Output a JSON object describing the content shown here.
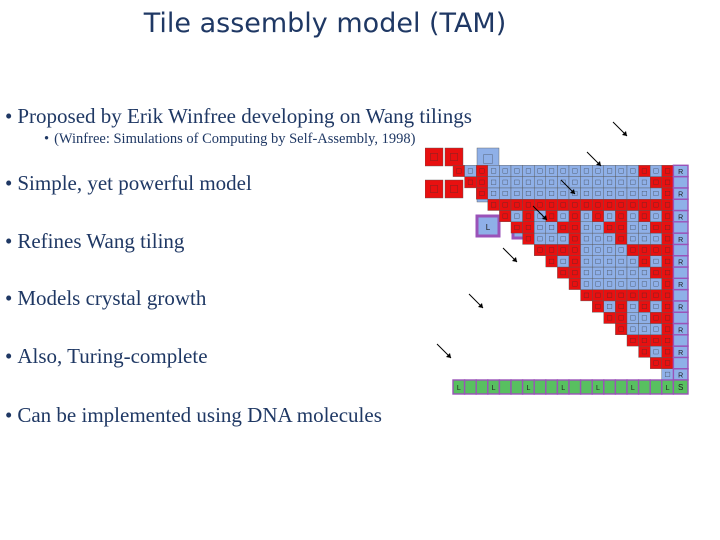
{
  "slide": {
    "title": "Tile assembly model (TAM)",
    "bullet_char": "•",
    "bullets": [
      "Proposed by Erik Winfree developing on Wang tilings",
      "Simple, yet powerful model",
      "Refines Wang tiling",
      "Models crystal growth",
      "Also, Turing-complete",
      "Can be implemented using DNA molecules"
    ],
    "sub_bullet": "(Winfree: Simulations of Computing by Self-Assembly, 1998)"
  },
  "figure": {
    "tile_set_labels": [
      "R",
      "L",
      "S"
    ],
    "seed_label": "S",
    "boundary_label_right": "R",
    "boundary_label_bottom": "L",
    "colors": {
      "tile_blue": "#8fb0e8",
      "tile_red": "#e81010",
      "tile_green": "#58c060",
      "tile_purple": "#9a52b8",
      "tile_text": "#202020",
      "arrow": "#000000"
    }
  }
}
